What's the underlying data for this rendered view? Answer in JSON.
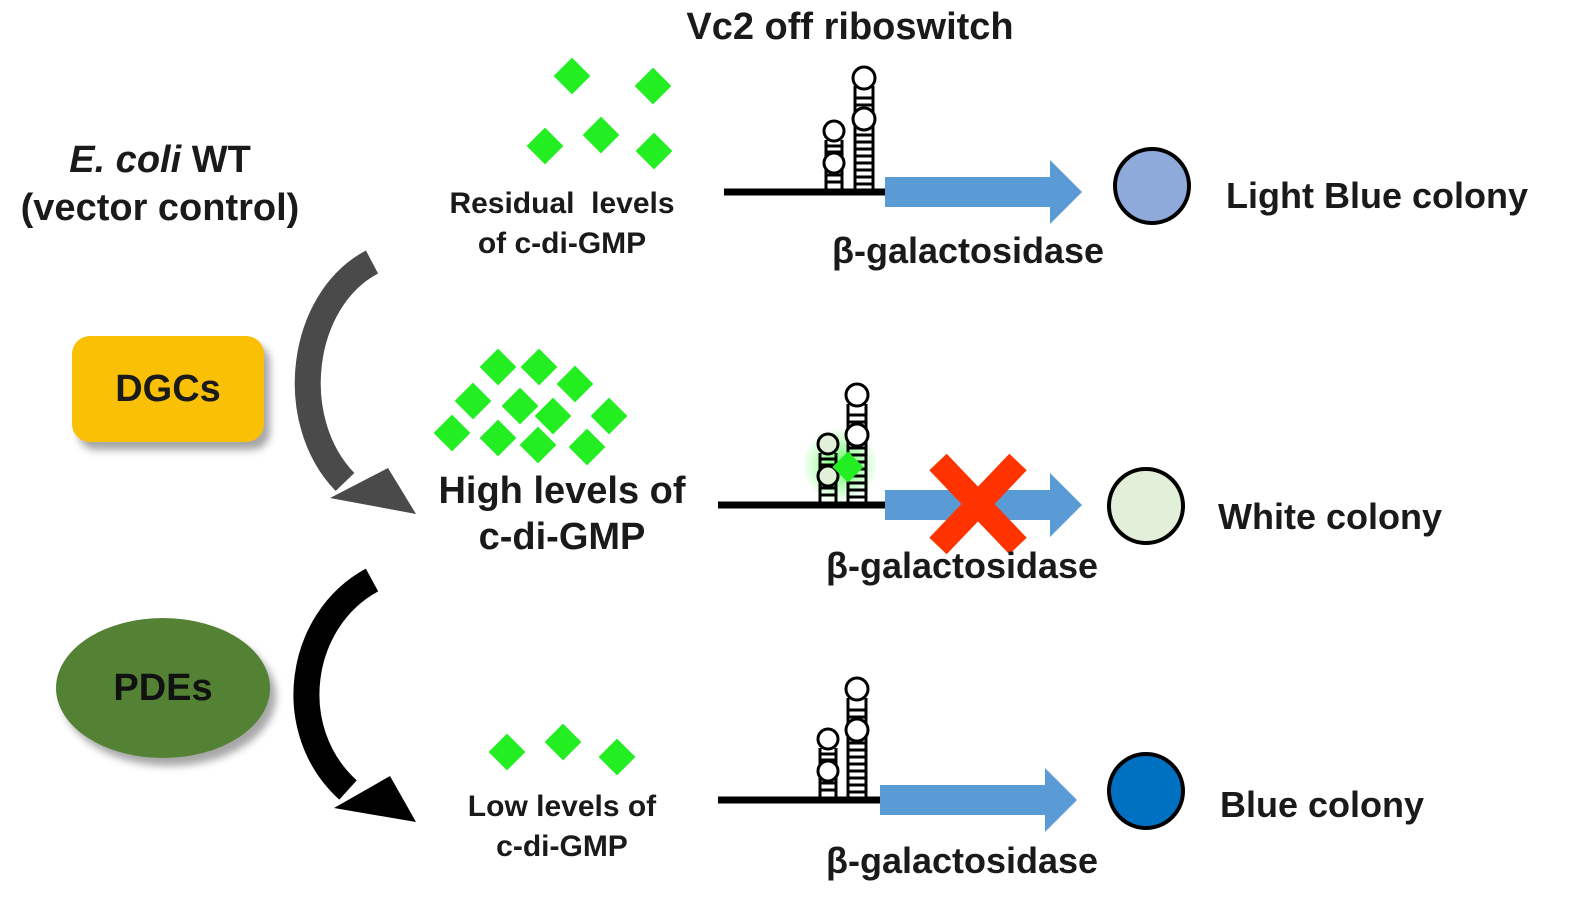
{
  "title": "Vc2 off riboswitch",
  "strain": {
    "italic": "E. coli",
    "suffix": " WT",
    "line2": "(vector control)"
  },
  "enzymes": {
    "dgc": "DGCs",
    "pde": "PDEs"
  },
  "rows": [
    {
      "level_line1": "Residual  levels",
      "level_line2": "of c-di-GMP",
      "gene": "β-galactosidase",
      "colony": "Light Blue colony",
      "colony_color": "#8eaadb",
      "expression_blocked": false
    },
    {
      "level_line1": "High levels of",
      "level_line2": "c-di-GMP",
      "gene": "β-galactosidase",
      "colony": "White colony",
      "colony_color": "#e2efd9",
      "expression_blocked": true
    },
    {
      "level_line1": "Low levels of",
      "level_line2": "c-di-GMP",
      "gene": "β-galactosidase",
      "colony": "Blue colony",
      "colony_color": "#0070c0",
      "expression_blocked": false
    }
  ],
  "colors": {
    "ligand": "#22ee22",
    "arrow_fill": "#5b9bd5",
    "block_mark": "#ff3300",
    "dgc_box": "#f9c006",
    "pde_box": "#548235"
  }
}
